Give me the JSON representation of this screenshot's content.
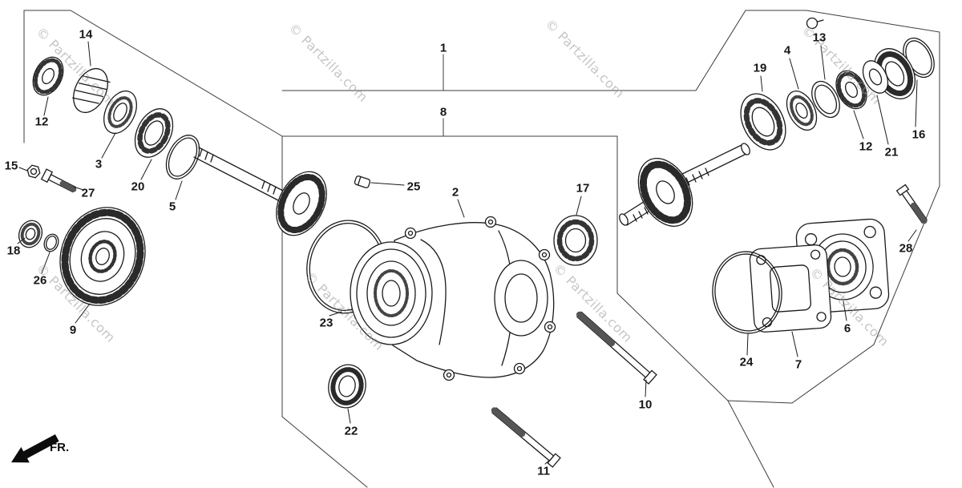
{
  "diagram": {
    "watermark": "© Partzilla.com",
    "fr_label": "FR.",
    "callouts": [
      "1",
      "2",
      "3",
      "4",
      "5",
      "6",
      "7",
      "8",
      "9",
      "10",
      "11",
      "12",
      "12",
      "13",
      "14",
      "15",
      "16",
      "17",
      "18",
      "19",
      "20",
      "21",
      "22",
      "23",
      "24",
      "25",
      "26",
      "27",
      "28"
    ],
    "colors": {
      "background": "#ffffff",
      "line": "#1a1a1a",
      "watermark": "#969696"
    }
  }
}
